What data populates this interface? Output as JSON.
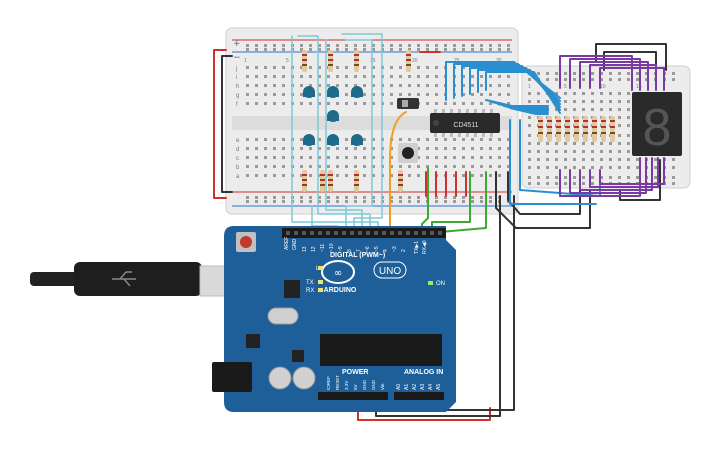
{
  "breadboard": {
    "rows_top": [
      "j",
      "i",
      "h",
      "g",
      "f"
    ],
    "rows_bottom": [
      "e",
      "d",
      "c",
      "b",
      "a"
    ],
    "col_labels": [
      "1",
      "5",
      "10",
      "15",
      "20",
      "25",
      "30"
    ]
  },
  "small_breadboard": {
    "col_labels": [
      "1",
      "5",
      "10",
      "15",
      "20",
      "25",
      "30"
    ]
  },
  "ic": {
    "label": "CD4511"
  },
  "seven_segment": {
    "digit": "8"
  },
  "arduino": {
    "brand": "ARDUINO",
    "model": "UNO",
    "digital_label": "DIGITAL (PWM~)",
    "power_label": "POWER",
    "analog_label": "ANALOG IN",
    "aref": "AREF",
    "gnd": "GND",
    "led_l": "L",
    "led_tx": "TX",
    "led_rx": "RX",
    "on": "ON",
    "tx_pin": "TX▶1",
    "rx_pin": "RX◀0",
    "digital_pins": [
      "13",
      "12",
      "~11",
      "~10",
      "~9",
      "8",
      "7",
      "~6",
      "~5",
      "4",
      "~3",
      "2"
    ],
    "power_pins": [
      "IOREF",
      "RESET",
      "3.3V",
      "5V",
      "GND",
      "GND",
      "Vin"
    ],
    "analog_pins": [
      "A0",
      "A1",
      "A2",
      "A3",
      "A4",
      "A5"
    ]
  },
  "colors": {
    "wire_red": "#d0312d",
    "wire_black": "#333333",
    "wire_lightblue": "#7fc9d6",
    "wire_blue": "#2a8fd0",
    "wire_green": "#3aaa35",
    "wire_orange": "#f0a020",
    "wire_purple": "#7a3aa0",
    "board_blue": "#1f5f99"
  }
}
